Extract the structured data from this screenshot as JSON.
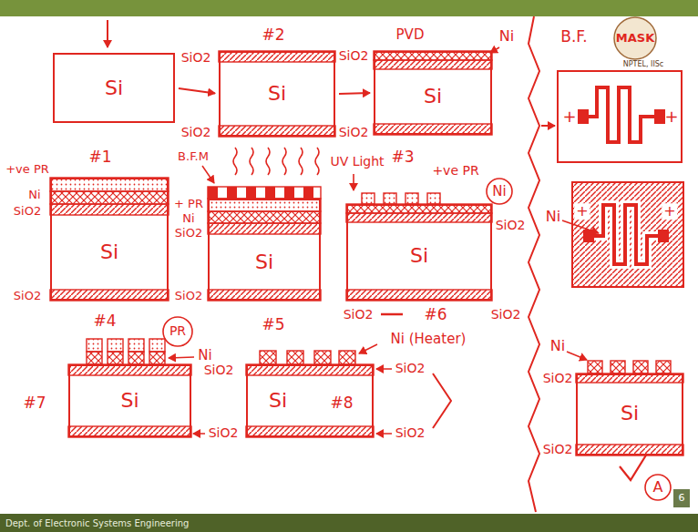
{
  "diagram": {
    "nodes": [
      {
        "text": [
          "Si"
        ]
      },
      {
        "text": [
          "Si"
        ]
      },
      {
        "text": [
          "Si"
        ]
      },
      {
        "text": [
          "Si"
        ]
      },
      {
        "text": [
          "Si"
        ]
      },
      {
        "text": [
          "Si"
        ]
      },
      {
        "text": [
          "Si"
        ]
      },
      {
        "text": [
          "Si"
        ]
      },
      {
        "text": [
          "Si"
        ]
      }
    ],
    "edges": [
      {
        "from": 0,
        "to": 1,
        "arrow": "to"
      },
      {
        "from": 1,
        "to": 2,
        "arrow": "to"
      }
    ],
    "labels": [
      "#2",
      "PVD",
      "Ni",
      "SiO2",
      "SiO2",
      "SiO2",
      "SiO2",
      "B.F.",
      "MASK",
      "NPTEL, IISc",
      "+",
      "+",
      "#1",
      "+ve PR",
      "Ni",
      "SiO2",
      "B.F.M",
      "UV Light",
      "+ PR",
      "Ni",
      "SiO2",
      "#3",
      "+ve PR",
      "Ni",
      "SiO2",
      "Ni",
      "+",
      "+",
      "SiO2",
      "SiO2",
      "SiO2",
      "SiO2",
      "#4",
      "#5",
      "#6",
      "PR",
      "Ni",
      "Ni (Heater)",
      "Ni",
      "SiO2",
      "SiO2",
      "SiO2",
      "#7",
      "#8",
      "SiO2",
      "SiO2",
      "SiO2",
      "A",
      "6",
      "Dept. of Electronic Systems Engineering"
    ]
  }
}
